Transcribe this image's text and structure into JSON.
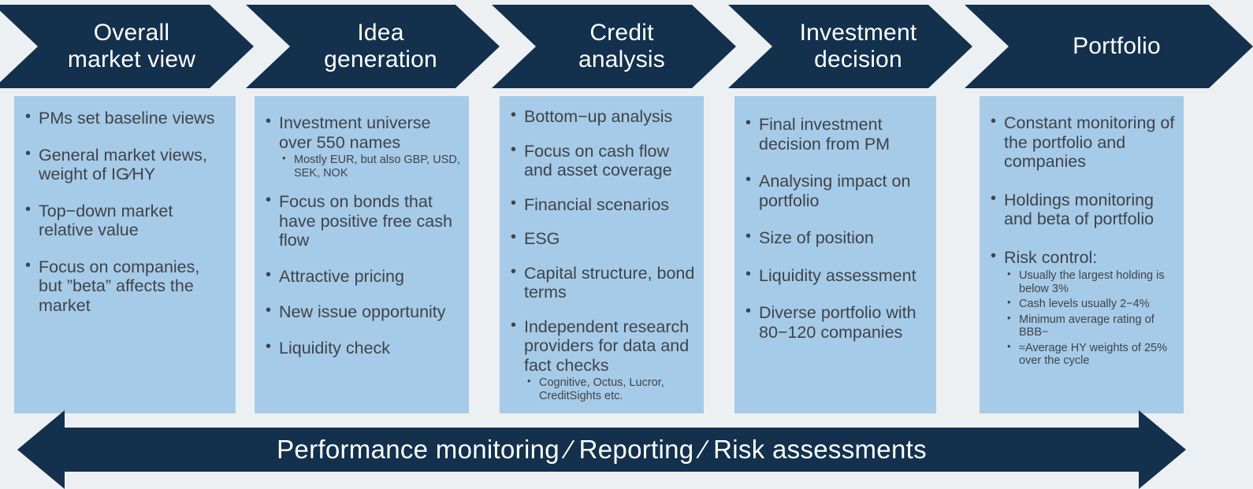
{
  "colors": {
    "navy": "#13304d",
    "panel_blue": "#a6cbe8",
    "background": "#edf0f2",
    "text_dark": "#3f4349",
    "text_light": "#ffffff"
  },
  "stages": [
    {
      "title": "Overall\nmarket view",
      "bullets": [
        {
          "text": "PMs set baseline views"
        },
        {
          "text": "General market views, weight of IG∕HY"
        },
        {
          "text": "Top−down market relative value"
        },
        {
          "text": "Focus on companies, but ”beta” affects the market"
        }
      ]
    },
    {
      "title": "Idea\ngeneration",
      "bullets": [
        {
          "text": " Investment universe over 550 names",
          "subs": [
            "Mostly EUR, but also GBP, USD, SEK, NOK"
          ]
        },
        {
          "text": "Focus on bonds that have positive free cash flow"
        },
        {
          "text": "Attractive pricing"
        },
        {
          "text": "New issue opportunity"
        },
        {
          "text": "Liquidity check"
        }
      ]
    },
    {
      "title": "Credit\nanalysis",
      "bullets": [
        {
          "text": "Bottom−up analysis"
        },
        {
          "text": "Focus on cash flow and asset coverage"
        },
        {
          "text": "Financial scenarios"
        },
        {
          "text": "ESG"
        },
        {
          "text": "Capital structure, bond terms"
        },
        {
          "text": "Independent research providers  for data and fact checks",
          "subs": [
            "Cognitive, Octus, Lucror, CreditSights etc."
          ]
        }
      ]
    },
    {
      "title": "Investment\ndecision",
      "bullets": [
        {
          "text": "Final investment decision from PM"
        },
        {
          "text": "Analysing impact on portfolio"
        },
        {
          "text": "Size of position"
        },
        {
          "text": "Liquidity assessment"
        },
        {
          "text": "Diverse portfolio with 80−120 companies"
        }
      ]
    },
    {
      "title": "Portfolio",
      "bullets": [
        {
          "text": "Constant monitoring of the portfolio and companies"
        },
        {
          "text": "Holdings monitoring and beta of portfolio"
        },
        {
          "text": "Risk control:",
          "subs": [
            "Usually the largest holding is below 3%",
            "Cash levels usually 2−4%",
            "Minimum average rating of BBB−",
            "≈Average HY weights of 25% over the cycle"
          ]
        }
      ]
    }
  ],
  "banner": {
    "label": "Performance monitoring ∕ Reporting ∕ Risk assessments"
  }
}
